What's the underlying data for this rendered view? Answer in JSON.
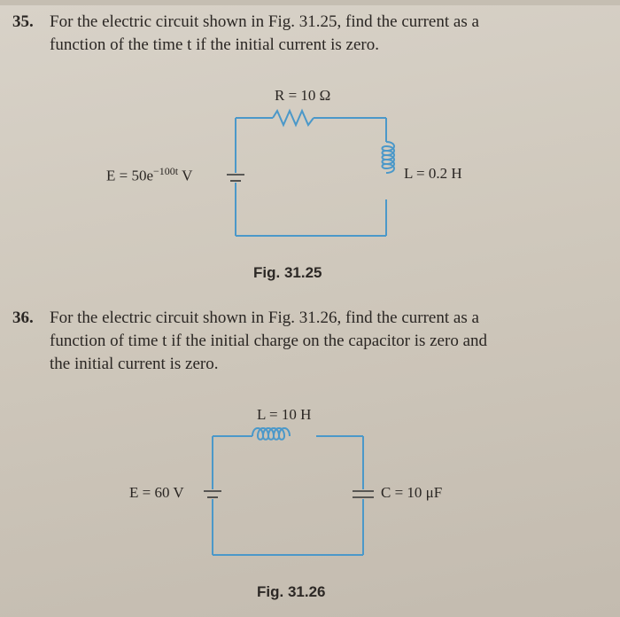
{
  "problems": [
    {
      "number": "35.",
      "lines": [
        "For the electric circuit shown in Fig. 31.25, find the current as a",
        "function of the time t if the initial current is zero."
      ],
      "figure": {
        "caption": "Fig. 31.25",
        "resistor_label": "R = 10 Ω",
        "source_label_base": "E = 50e",
        "source_label_exp": "−100t",
        "source_label_unit": " V",
        "inductor_label": "L = 0.2 H"
      }
    },
    {
      "number": "36.",
      "lines": [
        "For the electric circuit shown in Fig. 31.26, find the current as a",
        "function of time t if the initial charge on the capacitor is zero and",
        "the initial current is zero."
      ],
      "figure": {
        "caption": "Fig. 31.26",
        "inductor_label": "L = 10 H",
        "source_label": "E = 60 V",
        "capacitor_label": "C = 10 μF"
      }
    }
  ],
  "colors": {
    "wire": "#4b98c9",
    "paper": "#d8d2c8",
    "ink": "#2a2623"
  }
}
